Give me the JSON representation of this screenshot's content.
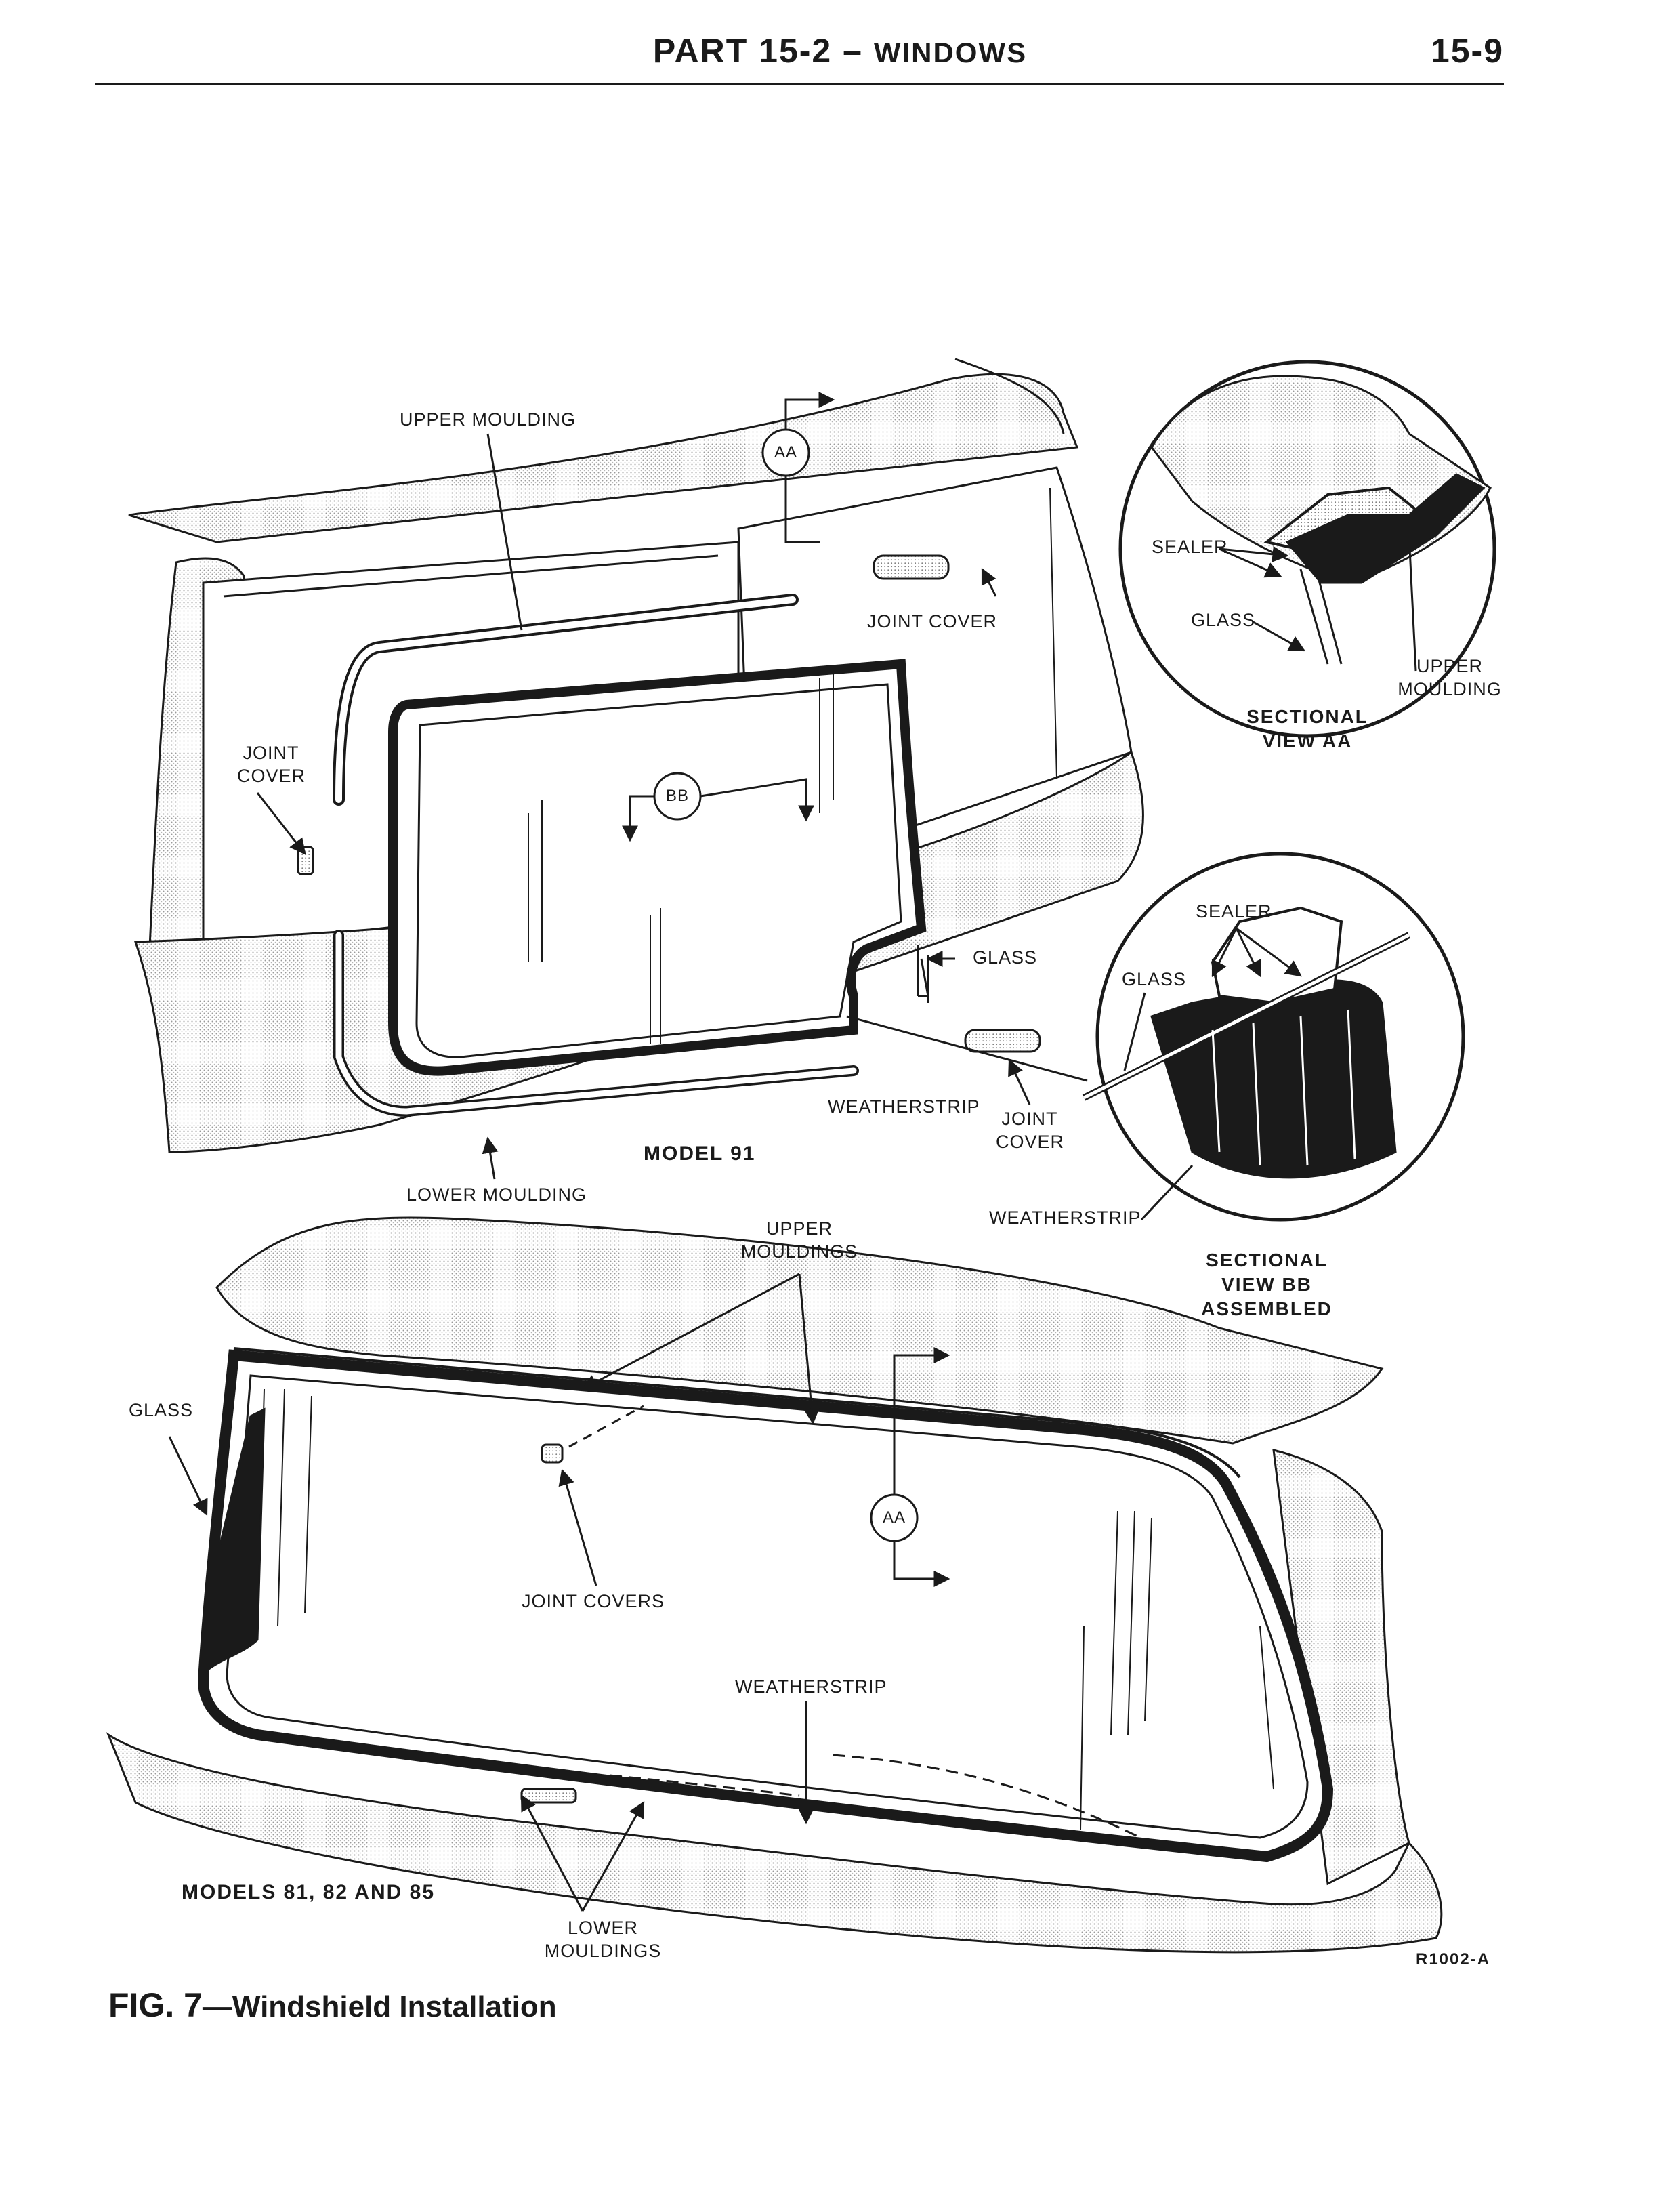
{
  "header": {
    "part": "PART 15-2",
    "section": "WINDOWS",
    "page_number": "15-9"
  },
  "model91": {
    "title": "MODEL 91",
    "labels": {
      "upper_moulding": "UPPER MOULDING",
      "joint_cover_top": "JOINT COVER",
      "joint_cover_left": [
        "JOINT",
        "COVER"
      ],
      "glass": "GLASS",
      "weatherstrip": "WEATHERSTRIP",
      "joint_cover_right": [
        "JOINT",
        "COVER"
      ],
      "lower_moulding": "LOWER MOULDING",
      "section_aa": "AA",
      "section_bb": "BB"
    }
  },
  "sectional_aa": {
    "title": [
      "SECTIONAL",
      "VIEW AA"
    ],
    "labels": {
      "sealer": "SEALER",
      "glass": "GLASS",
      "upper_moulding": [
        "UPPER",
        "MOULDING"
      ]
    }
  },
  "sectional_bb": {
    "title": [
      "SECTIONAL",
      "VIEW BB",
      "ASSEMBLED"
    ],
    "labels": {
      "sealer": "SEALER",
      "glass": "GLASS",
      "weatherstrip": "WEATHERSTRIP"
    }
  },
  "models_81_82_85": {
    "title": "MODELS 81, 82 AND 85",
    "labels": {
      "upper_mouldings": [
        "UPPER",
        "MOULDINGS"
      ],
      "glass": "GLASS",
      "joint_covers": "JOINT COVERS",
      "weatherstrip": "WEATHERSTRIP",
      "lower_mouldings": [
        "LOWER",
        "MOULDINGS"
      ],
      "section_aa": "AA"
    }
  },
  "figure": {
    "number": "FIG. 7",
    "caption": "Windshield Installation",
    "ref": "R1002-A"
  }
}
